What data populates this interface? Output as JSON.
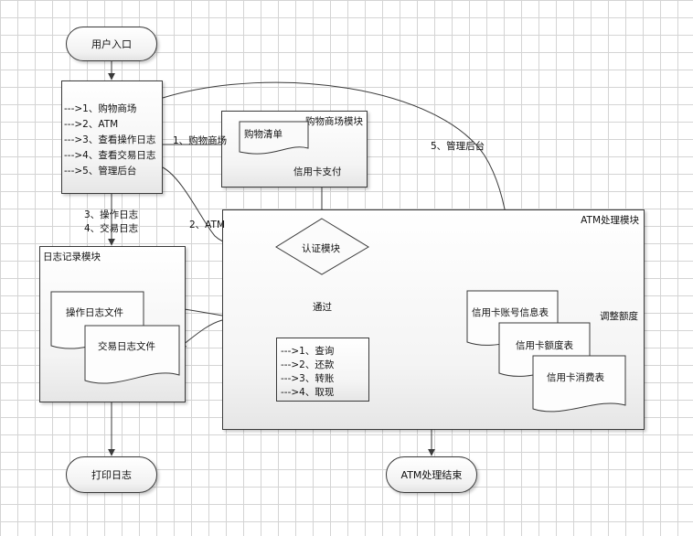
{
  "terminals": {
    "user_entry": "用户入口",
    "print_log": "打印日志",
    "atm_end": "ATM处理结束"
  },
  "main_menu": {
    "items": [
      "--->1、购物商场",
      "--->2、ATM",
      "--->3、查看操作日志",
      "--->4、查看交易日志",
      "--->5、管理后台"
    ]
  },
  "shopping_module": {
    "title": "购物商场模块",
    "shopping_list": "购物清单",
    "card_payment": "信用卡支付"
  },
  "log_module": {
    "title": "日志记录模块",
    "operation_log_file": "操作日志文件",
    "transaction_log_file": "交易日志文件"
  },
  "atm_module": {
    "title": "ATM处理模块",
    "auth": "认证模块",
    "pass": "通过",
    "menu": [
      "--->1、查询",
      "--->2、还款",
      "--->3、转账",
      "--->4、取现"
    ],
    "account_table": "信用卡账号信息表",
    "limit_table": "信用卡额度表",
    "consume_table": "信用卡消费表",
    "adjust_limit": "调整额度"
  },
  "edge_labels": {
    "to_shopping": "1、购物商场",
    "to_atm": "2、ATM",
    "to_admin": "5、管理后台",
    "log_op": "3、操作日志",
    "log_tx": "4、交易日志"
  }
}
